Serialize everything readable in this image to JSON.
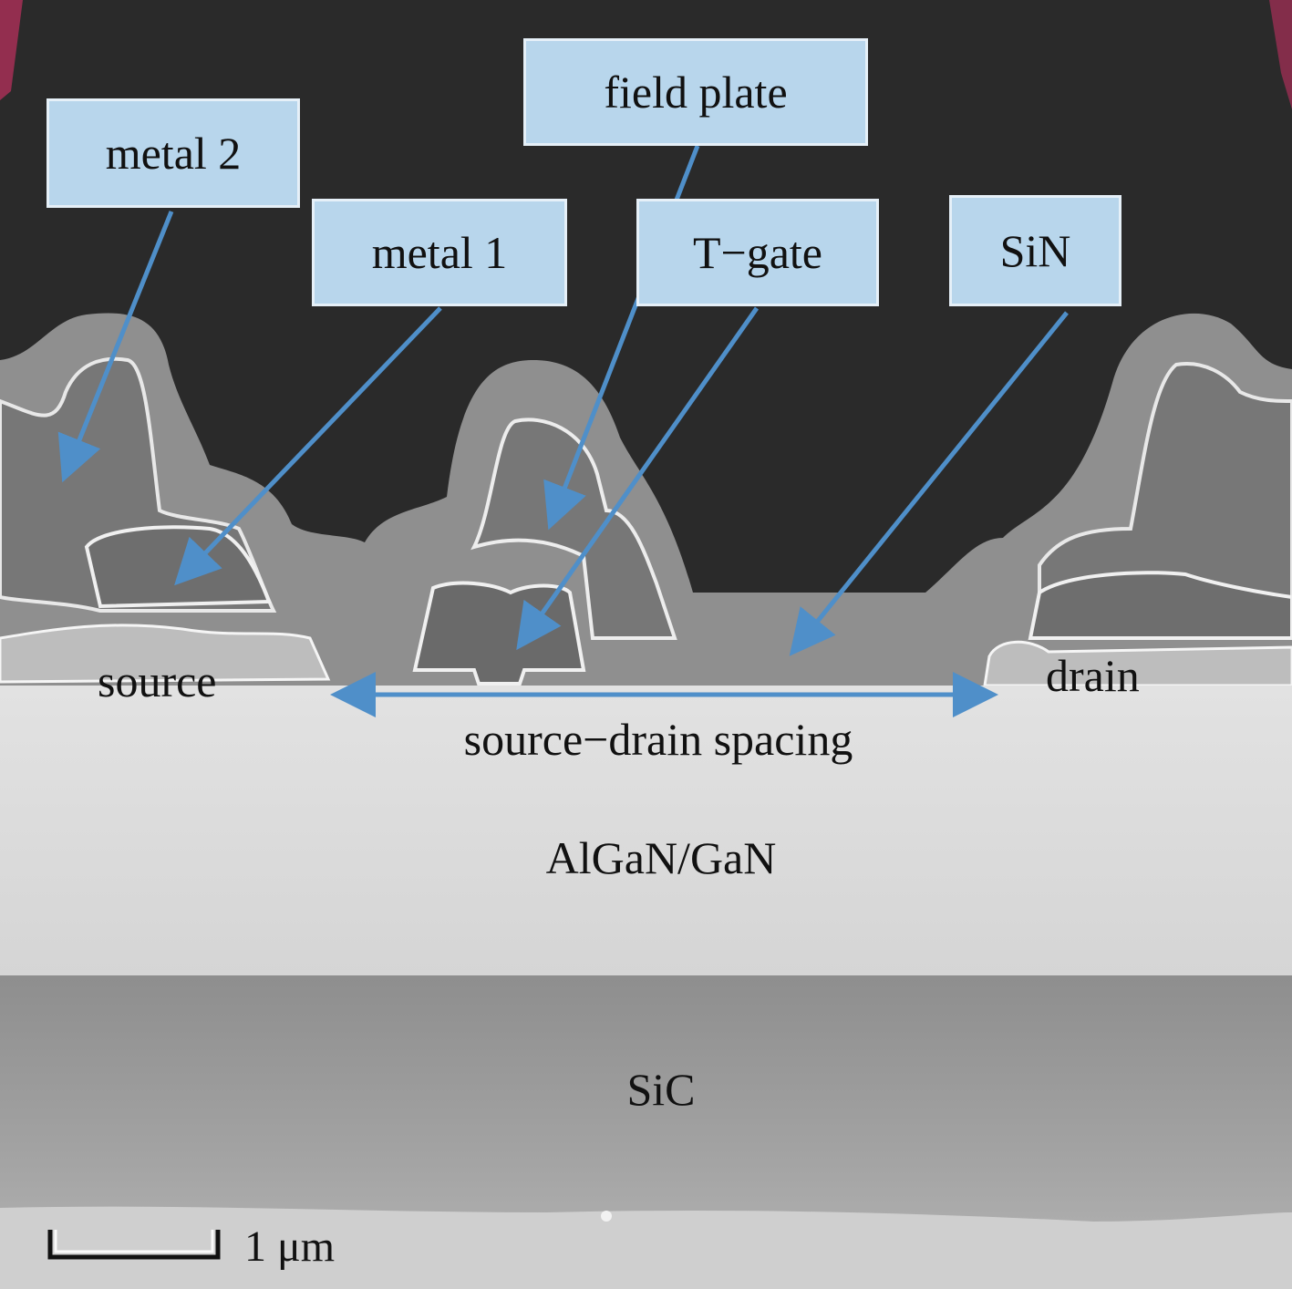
{
  "labels": {
    "metal2": "metal 2",
    "metal1": "metal 1",
    "field_plate": "field plate",
    "t_gate": "T−gate",
    "sin": "SiN",
    "source": "source",
    "drain": "drain",
    "spacing": "source−drain spacing",
    "algan_gan": "AlGaN/GaN",
    "sic": "SiC",
    "scale": "1 μm"
  },
  "colors": {
    "callout_fill": "#b8d6ec",
    "arrow": "#4f8fc9",
    "background_vacuum": "#2a2a2a",
    "sin_layer": "#8c8c8c",
    "algan_gan_layer": "#dcdcdc",
    "sic_layer": "#9a9a9a"
  }
}
